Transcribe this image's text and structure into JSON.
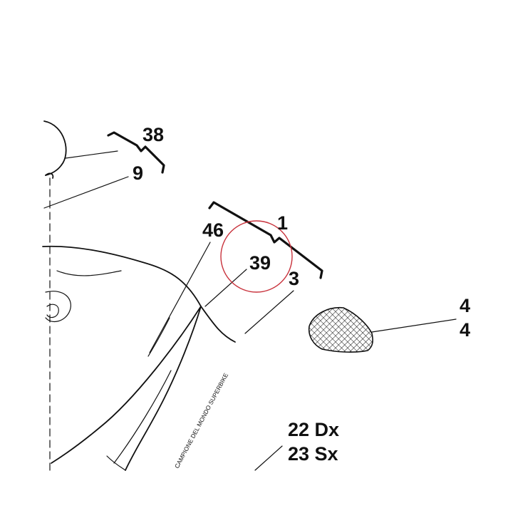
{
  "labels": {
    "l38": "38",
    "l9": "9",
    "l46": "46",
    "l1": "1",
    "l39": "39",
    "l3": "3",
    "l4a": "4",
    "l4b": "4",
    "l22": "22 Dx",
    "l23": "23 Sx"
  },
  "sticker_text": "CAMPIONE DEL MONDO SUPERBIKE",
  "colors": {
    "line": "#111111",
    "highlight_circle": "#c8323c"
  }
}
